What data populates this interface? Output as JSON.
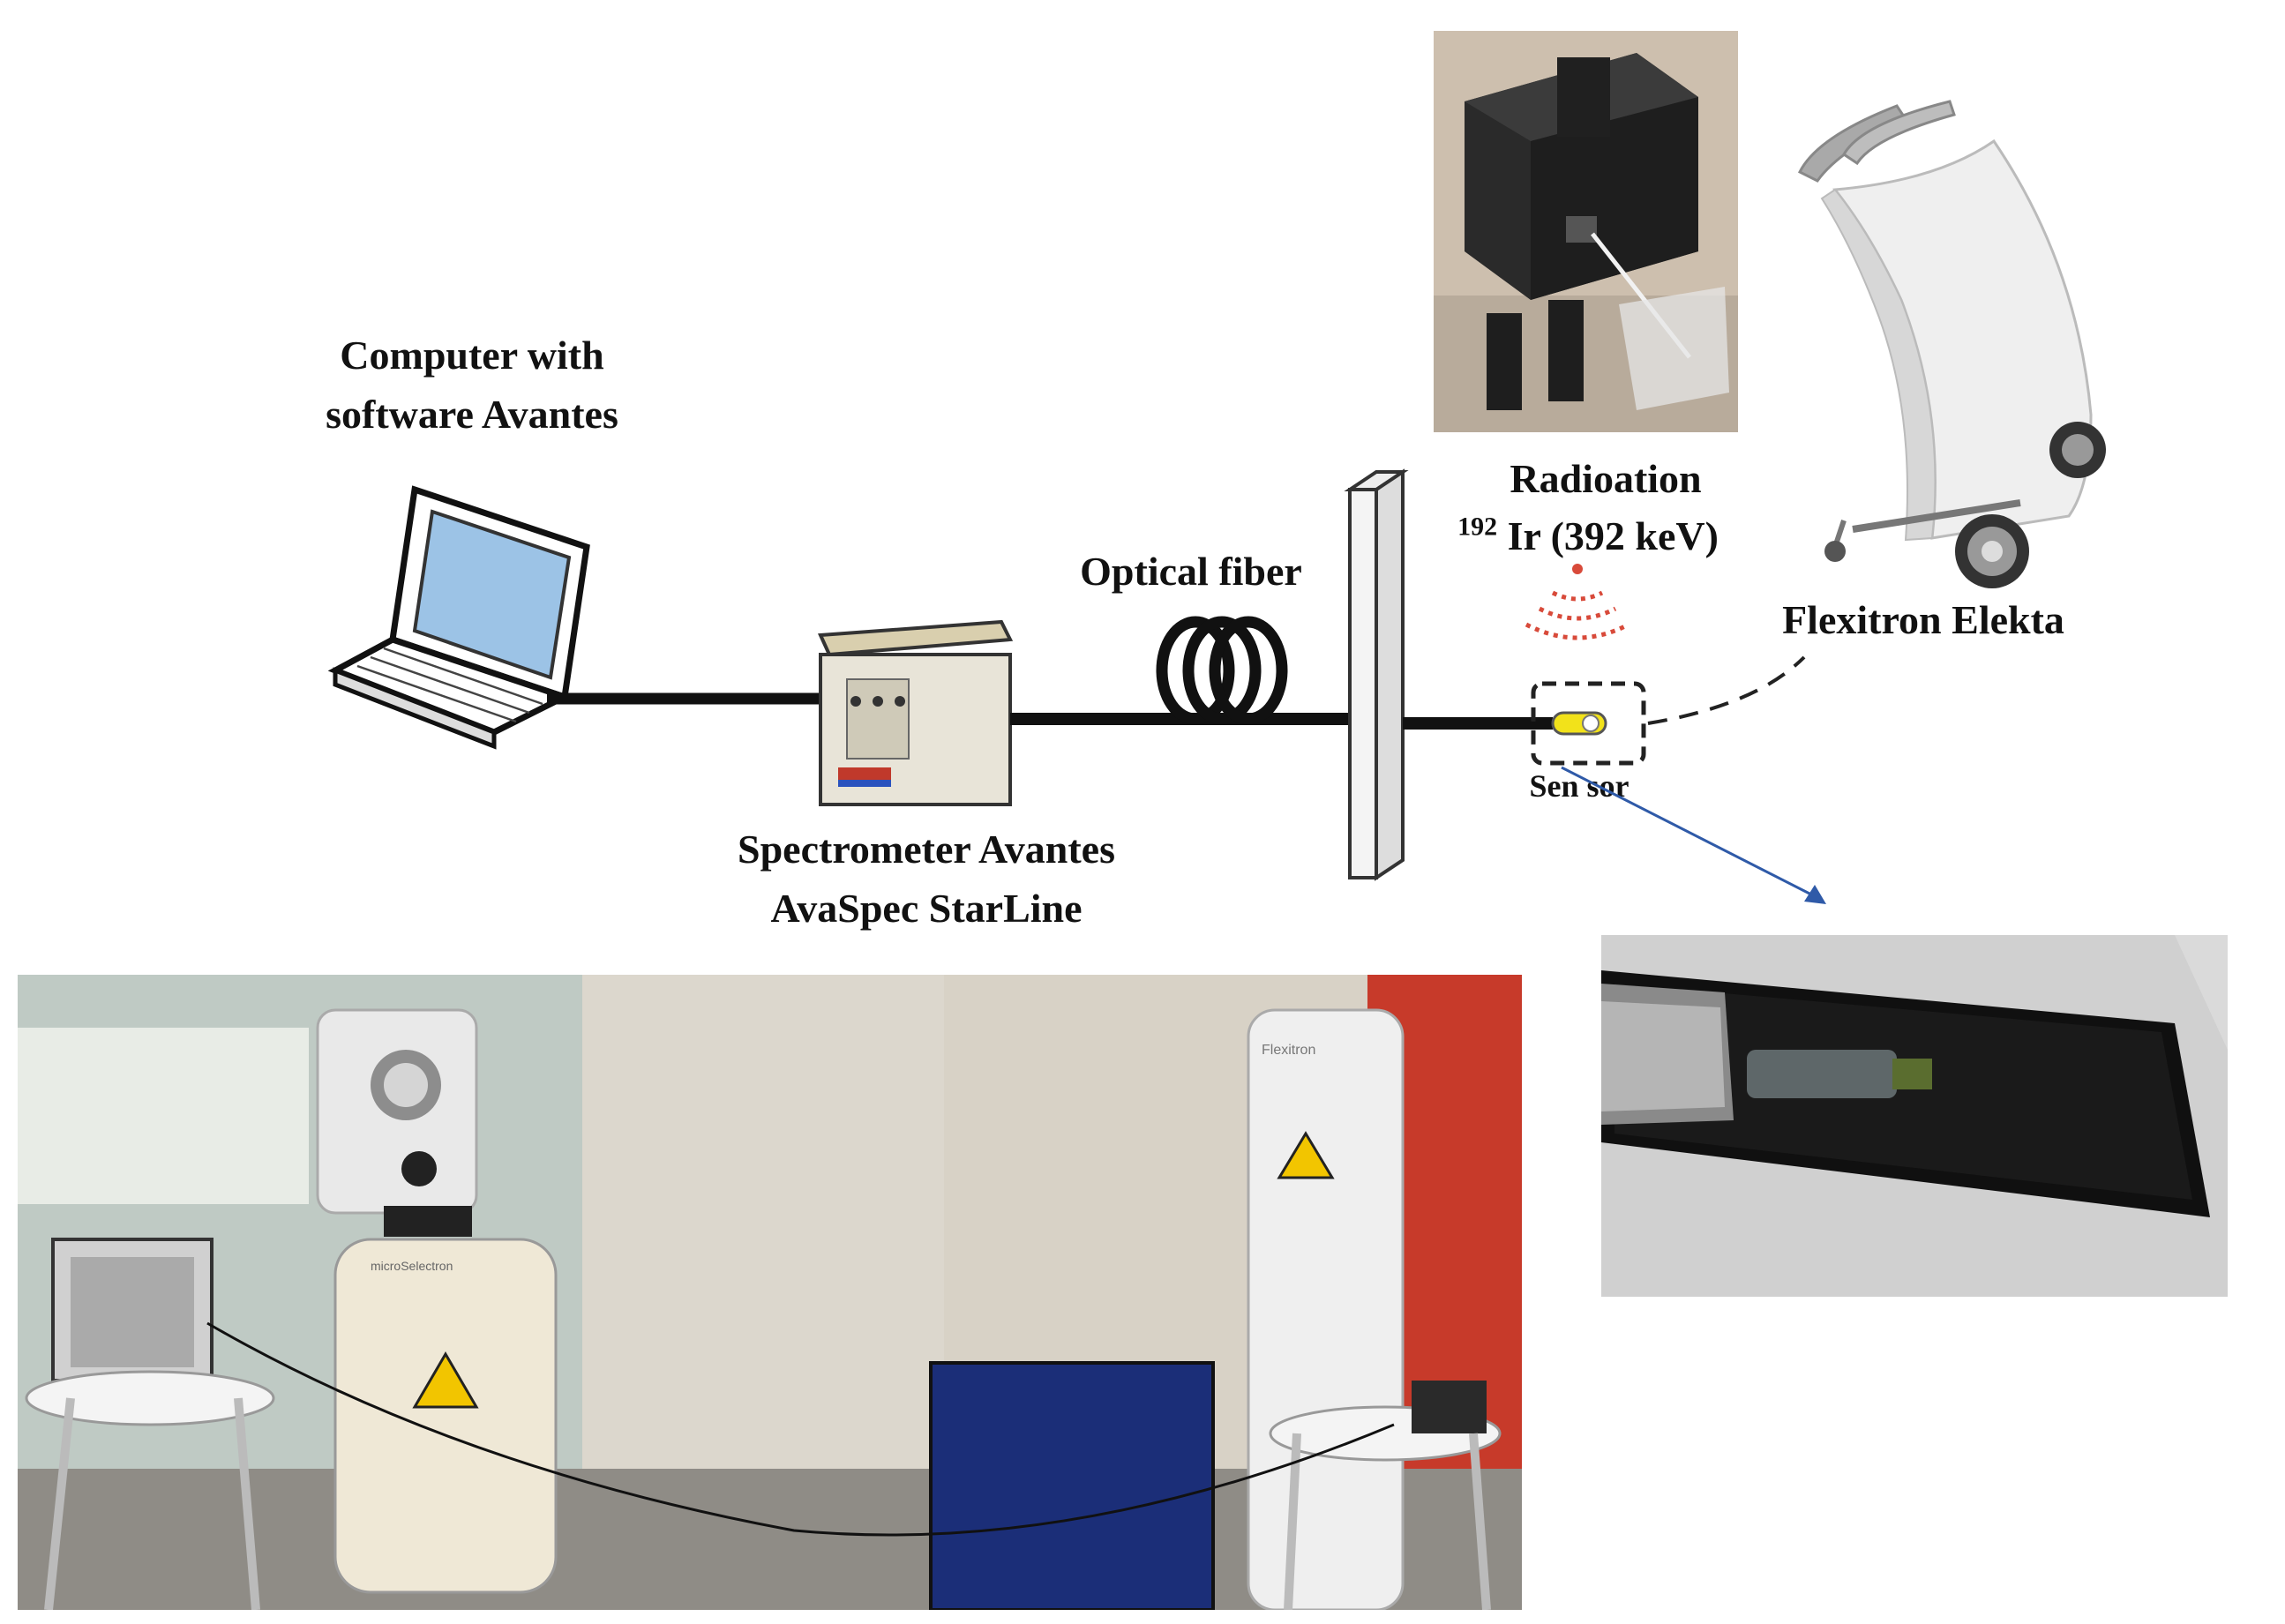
{
  "labels": {
    "computer_line1": "Computer with",
    "computer_line2": "software Avantes",
    "spectrometer_line1": "Spectrometer Avantes",
    "spectrometer_line2": "AvaSpec StarLine",
    "optical_fiber": "Optical fiber",
    "radiation": "Radioation",
    "isotope_mass": "192",
    "isotope_rest": "Ir (392 keV)",
    "flexitron": "Flexitron Elekta",
    "sensor": "Sen sor"
  },
  "photo_text": {
    "flexitron_brand": "Flexitron",
    "microselectron_brand": "microSelectron"
  },
  "colors": {
    "line": "#111111",
    "sensor_core": "#f2e21a",
    "radiation_arc": "#d84a3a",
    "arrow": "#2f5aa8"
  }
}
